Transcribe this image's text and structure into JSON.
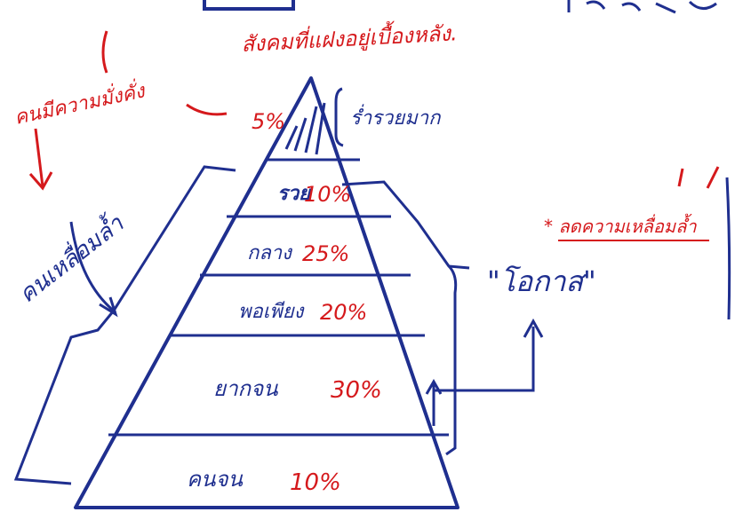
{
  "colors": {
    "ink_blue": "#1f2f8f",
    "ink_red": "#d5191c",
    "paper": "#ffffff"
  },
  "top_notes": {
    "social_note": "สังคมที่แฝงอยู่เบื้องหลัง.",
    "rich_note": "คนมีความมั่งคั่ง"
  },
  "pyramid": {
    "apex_label": "5%",
    "apex_side_label": "ร่ำรวยมาก",
    "levels": [
      {
        "name": "รวย",
        "pct": "10%"
      },
      {
        "name": "กลาง",
        "pct": "25%"
      },
      {
        "name": "พอเพียง",
        "pct": "20%"
      },
      {
        "name": "ยากจน",
        "pct": "30%"
      },
      {
        "name": "คนจน",
        "pct": "10%"
      }
    ]
  },
  "left_notes": {
    "left_label": "คนเหลื่อมล้ำ"
  },
  "right_notes": {
    "reduce_note": "* ลดความเหลื่อมล้ำ",
    "opportunity": "\"โอกาส\""
  }
}
